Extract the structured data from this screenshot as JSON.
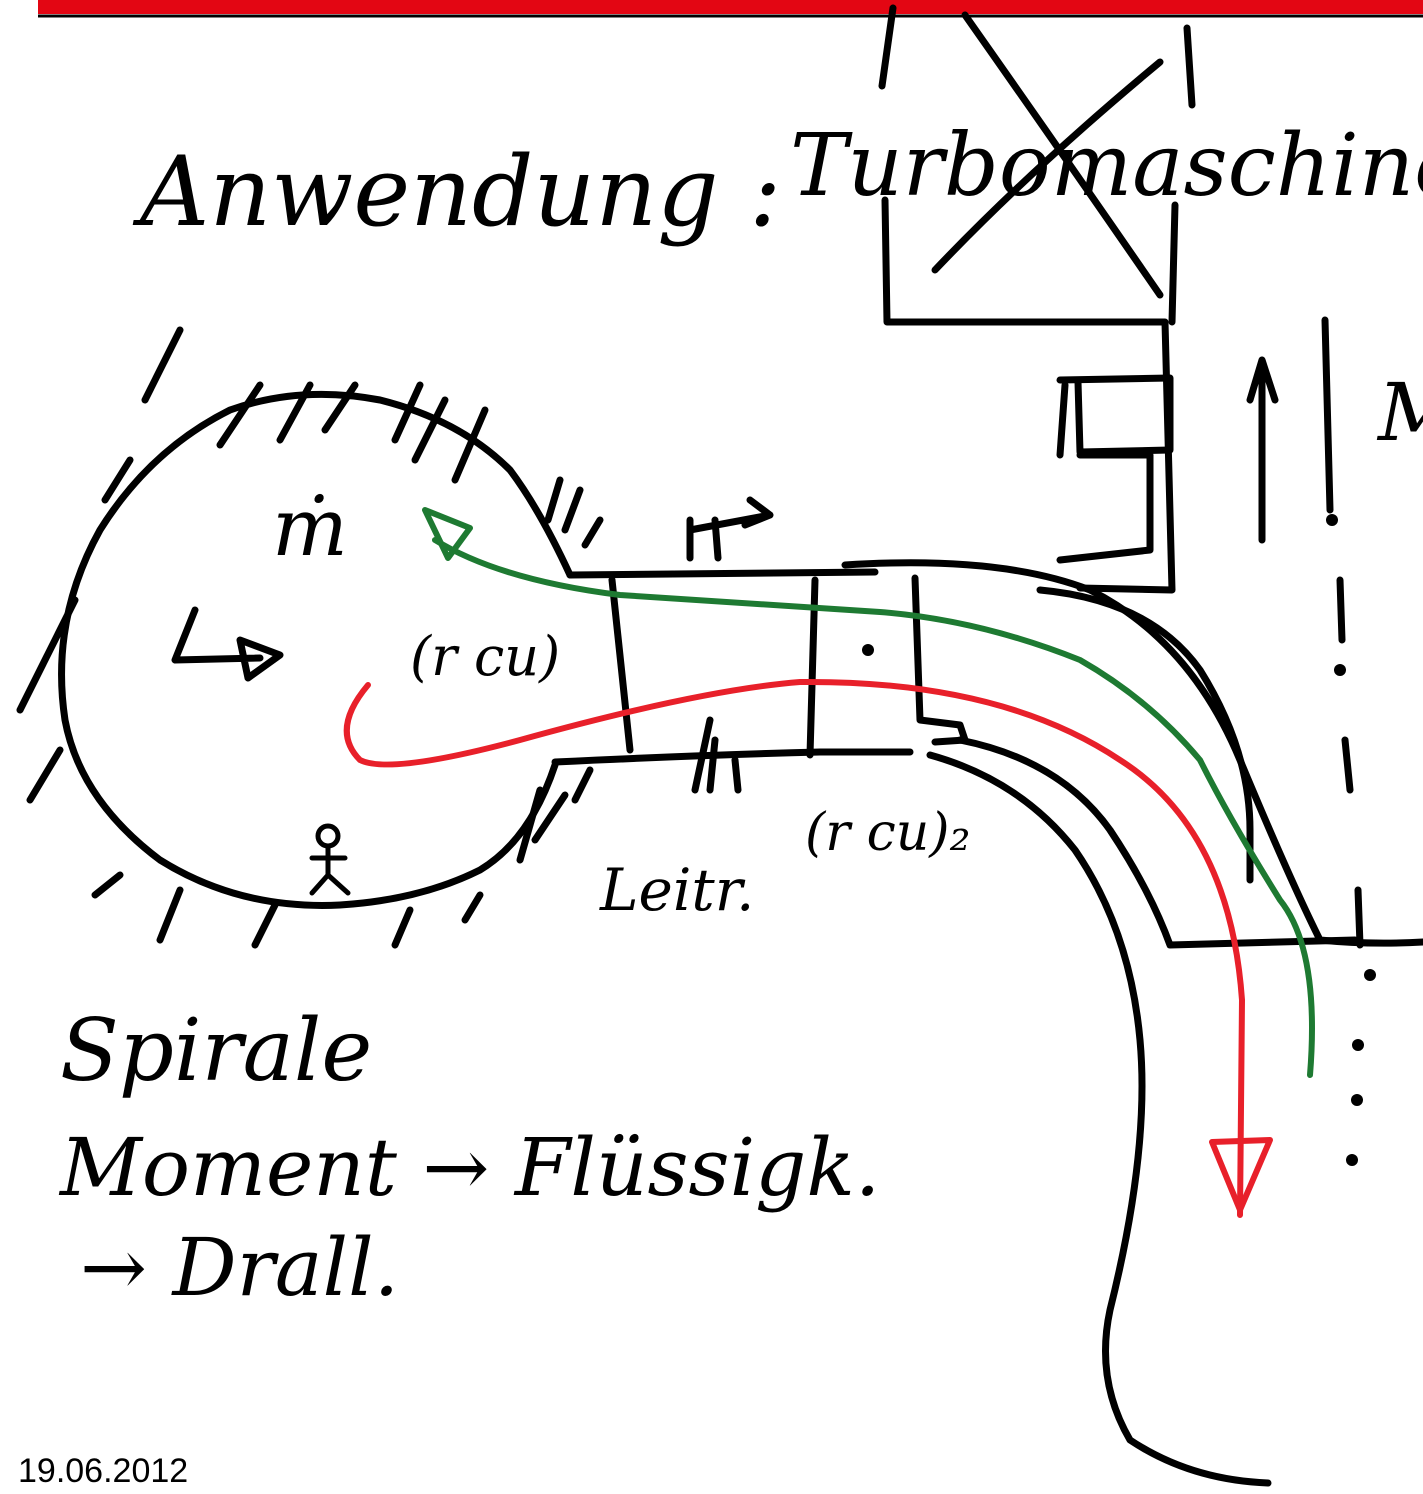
{
  "slide": {
    "date": "19.06.2012",
    "accent_color": "#e30613"
  },
  "labels": {
    "anwendung": "Anwendung :",
    "turbomaschine": "Turbomaschine",
    "m_right": "M",
    "mdot": "ṁ",
    "rcu1": "(r cu)",
    "rcu2": "(r cu)₂",
    "leitrad": "Leitr.",
    "spirale": "Spirale",
    "moment": "Moment → Flüssigk.",
    "drall": "→ Drall."
  },
  "colors": {
    "ink": "#000000",
    "red_stream": "#e8202a",
    "green_stream": "#1e7a32"
  }
}
